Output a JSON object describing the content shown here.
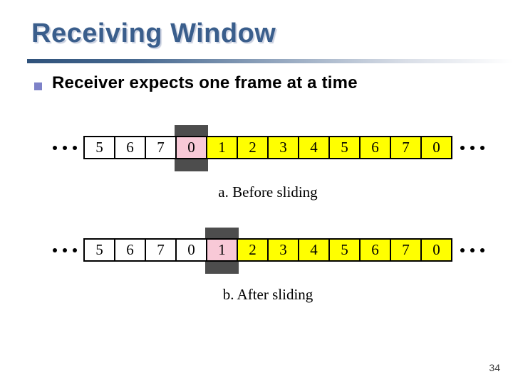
{
  "slide": {
    "title": "Receiving Window",
    "bullet_text": "Receiver expects one frame at a time",
    "page_number": "34"
  },
  "diagram": {
    "rows": [
      {
        "id": "a",
        "caption": "a. Before sliding",
        "cells": [
          {
            "value": "5",
            "style": "white"
          },
          {
            "value": "6",
            "style": "white"
          },
          {
            "value": "7",
            "style": "white"
          },
          {
            "value": "0",
            "style": "window"
          },
          {
            "value": "1",
            "style": "yellow"
          },
          {
            "value": "2",
            "style": "yellow"
          },
          {
            "value": "3",
            "style": "yellow"
          },
          {
            "value": "4",
            "style": "yellow"
          },
          {
            "value": "5",
            "style": "yellow"
          },
          {
            "value": "6",
            "style": "yellow"
          },
          {
            "value": "7",
            "style": "yellow"
          },
          {
            "value": "0",
            "style": "yellow"
          }
        ]
      },
      {
        "id": "b",
        "caption": "b. After sliding",
        "cells": [
          {
            "value": "5",
            "style": "white"
          },
          {
            "value": "6",
            "style": "white"
          },
          {
            "value": "7",
            "style": "white"
          },
          {
            "value": "0",
            "style": "white"
          },
          {
            "value": "1",
            "style": "window"
          },
          {
            "value": "2",
            "style": "yellow"
          },
          {
            "value": "3",
            "style": "yellow"
          },
          {
            "value": "4",
            "style": "yellow"
          },
          {
            "value": "5",
            "style": "yellow"
          },
          {
            "value": "6",
            "style": "yellow"
          },
          {
            "value": "7",
            "style": "yellow"
          },
          {
            "value": "0",
            "style": "yellow"
          }
        ]
      }
    ]
  },
  "colors": {
    "title": "#3A5E8C",
    "divider_start": "#2F527B",
    "bullet": "#7E82C8",
    "cell_yellow": "#FFFF00",
    "cell_window_pink": "#F8C9D7",
    "window_band": "#4D4D4D",
    "page_number": "#404040"
  }
}
